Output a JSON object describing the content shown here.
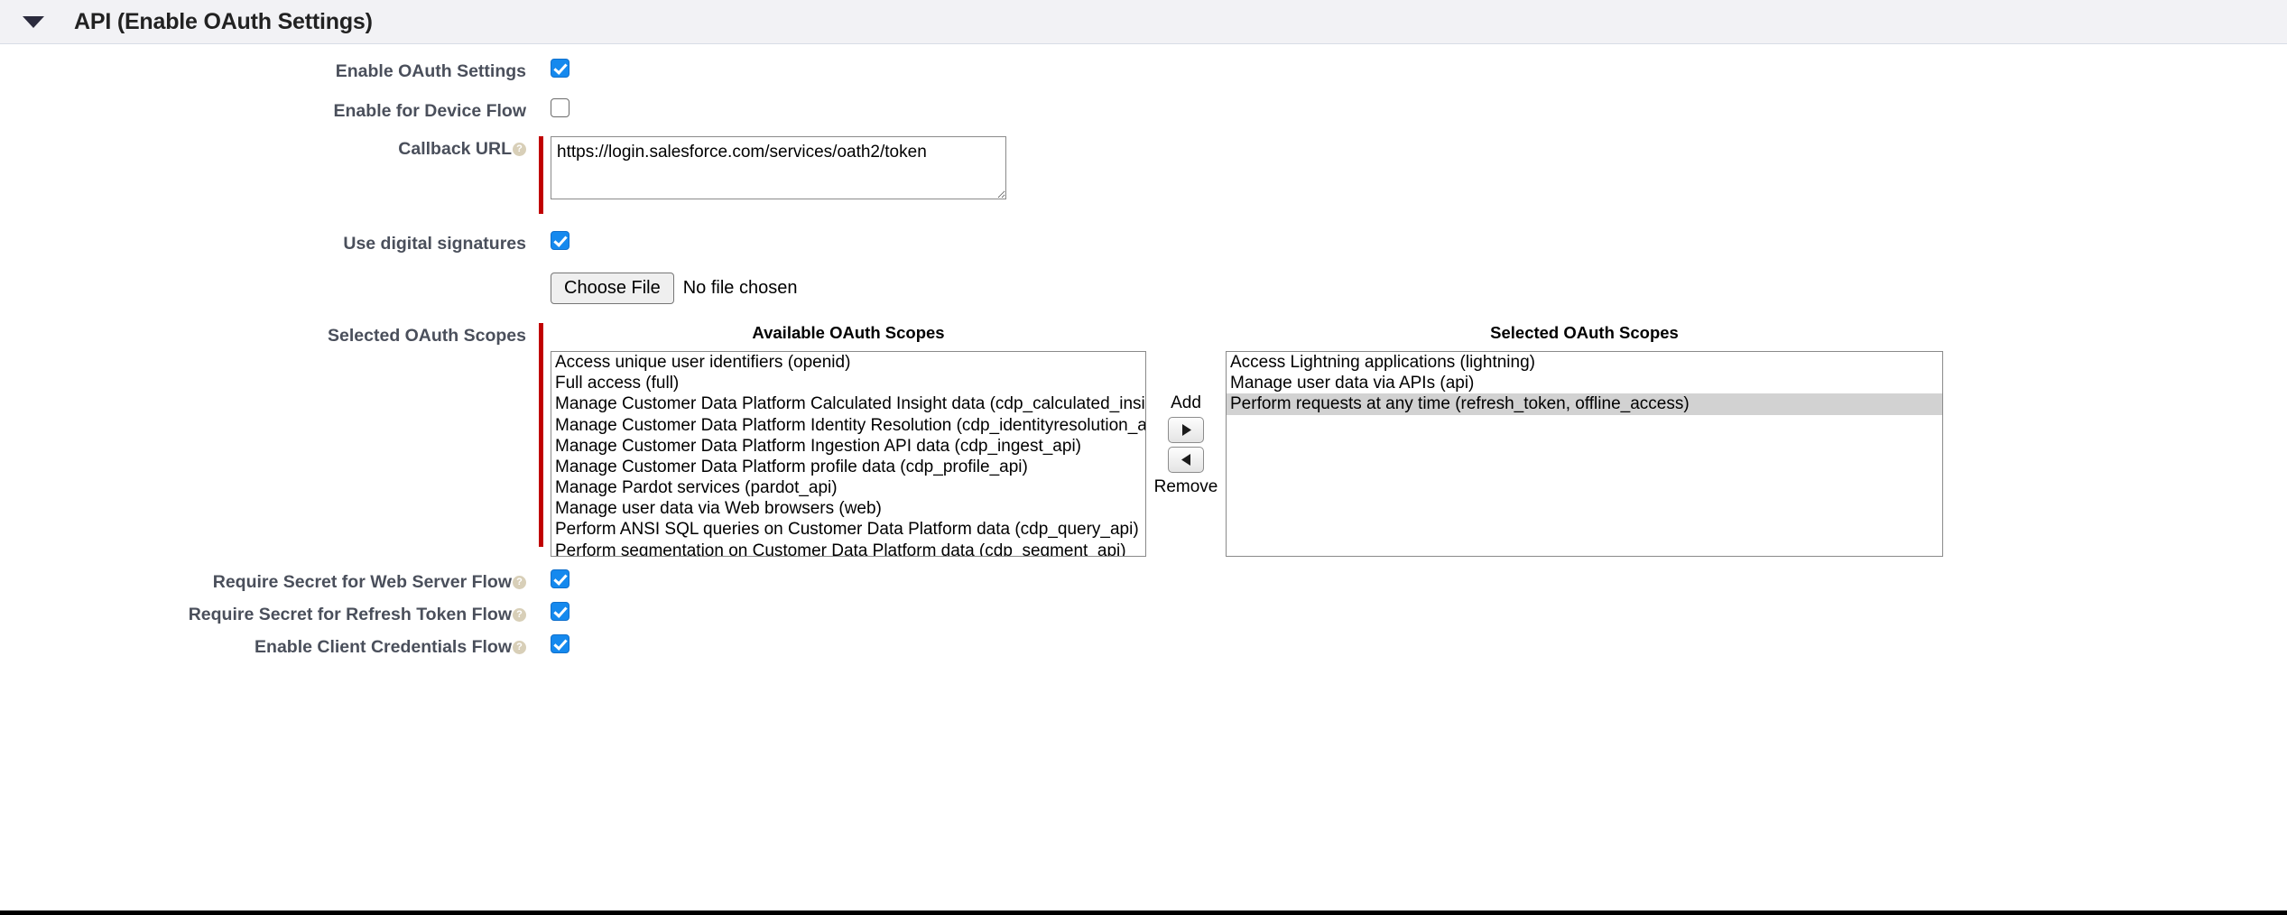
{
  "section": {
    "title": "API (Enable OAuth Settings)",
    "toggle_icon": "triangle-down-icon",
    "expanded": true
  },
  "fields": {
    "enable_oauth_settings": {
      "label": "Enable OAuth Settings",
      "checked": true,
      "required": false,
      "help": false
    },
    "enable_device_flow": {
      "label": "Enable for Device Flow",
      "checked": false,
      "required": false,
      "help": false
    },
    "callback_url": {
      "label": "Callback URL",
      "value": "https://login.salesforce.com/services/oath2/token",
      "required": true,
      "help": true,
      "help_glyph": "?"
    },
    "use_digital_signatures": {
      "label": "Use digital signatures",
      "checked": true,
      "required": false,
      "help": false
    },
    "file_upload": {
      "button_label": "Choose File",
      "status_text": "No file chosen"
    },
    "selected_oauth_scopes": {
      "label": "Selected OAuth Scopes",
      "required": true,
      "help": false
    },
    "require_secret_web_server": {
      "label": "Require Secret for Web Server Flow",
      "checked": true,
      "required": false,
      "help": true,
      "help_glyph": "?"
    },
    "require_secret_refresh_token": {
      "label": "Require Secret for Refresh Token Flow",
      "checked": true,
      "required": false,
      "help": true,
      "help_glyph": "?"
    },
    "enable_client_credentials": {
      "label": "Enable Client Credentials Flow",
      "checked": true,
      "required": false,
      "help": true,
      "help_glyph": "?"
    }
  },
  "dual_listbox": {
    "available_heading": "Available OAuth Scopes",
    "selected_heading": "Selected OAuth Scopes",
    "add_label": "Add",
    "remove_label": "Remove",
    "add_icon": "arrow-right-icon",
    "remove_icon": "arrow-left-icon",
    "available_options": [
      "Access unique user identifiers (openid)",
      "Full access (full)",
      "Manage Customer Data Platform Calculated Insight data (cdp_calculated_insight_api)",
      "Manage Customer Data Platform Identity Resolution (cdp_identityresolution_api)",
      "Manage Customer Data Platform Ingestion API data (cdp_ingest_api)",
      "Manage Customer Data Platform profile data (cdp_profile_api)",
      "Manage Pardot services (pardot_api)",
      "Manage user data via Web browsers (web)",
      "Perform ANSI SQL queries on Customer Data Platform data (cdp_query_api)",
      "Perform segmentation on Customer Data Platform data (cdp_segment_api)"
    ],
    "selected_options": [
      {
        "label": "Access Lightning applications (lightning)",
        "highlighted": false
      },
      {
        "label": "Manage user data via APIs (api)",
        "highlighted": false
      },
      {
        "label": "Perform requests at any time (refresh_token, offline_access)",
        "highlighted": true
      }
    ]
  },
  "colors": {
    "required_bar": "#c00000",
    "checkbox_checked": "#1589ee",
    "header_background": "#f2f2f5",
    "label_text": "#4a4f5b",
    "selection_highlight": "#d2d2d2"
  }
}
